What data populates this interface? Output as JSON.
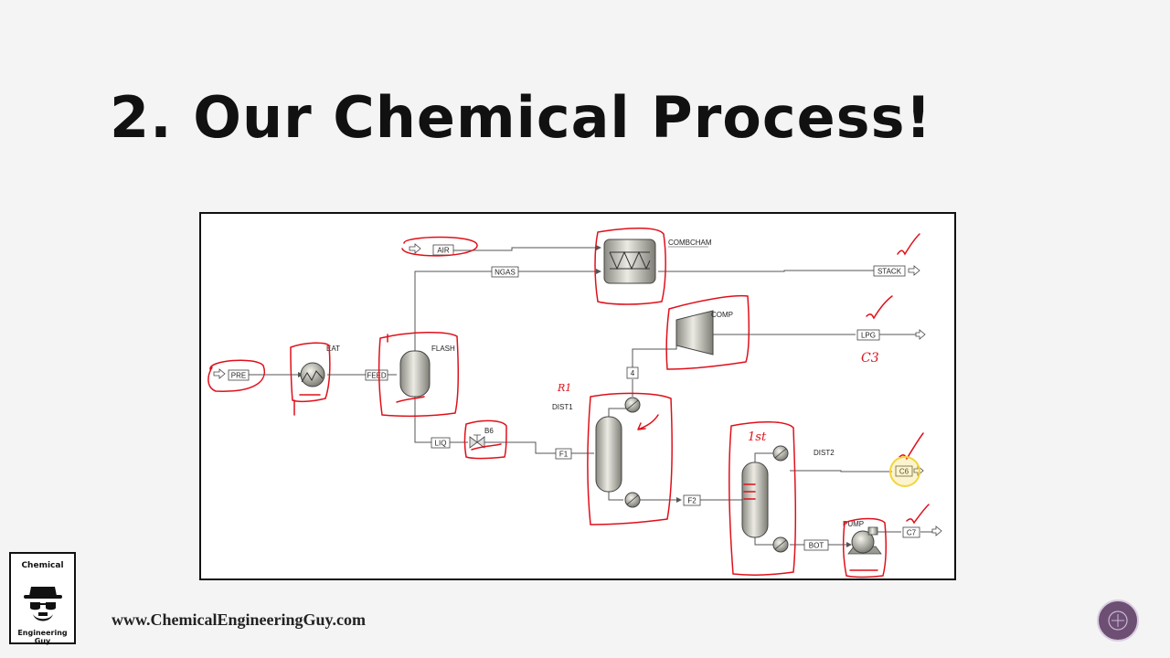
{
  "slide": {
    "title": "2. Our Chemical Process!",
    "website": "www.ChemicalEngineeringGuy.com"
  },
  "logo": {
    "line1": "Chemical",
    "line2": "Engineering Guy"
  },
  "diagram": {
    "streams": {
      "air": "AIR",
      "ngas": "NGAS",
      "stack": "STACK",
      "lpg": "LPG",
      "pre": "PRE",
      "feed": "FEED",
      "liq": "LIQ",
      "s4": "4",
      "f1": "F1",
      "f2": "F2",
      "c6": "C6",
      "bot": "BOT",
      "c7": "C7"
    },
    "blocks": {
      "combcham": "COMBCHAM",
      "comp": "COMP",
      "heat": "EAT",
      "flash": "FLASH",
      "b6": "B6",
      "dist1": "DIST1",
      "dist2": "DIST2",
      "pump": "PUMP"
    },
    "annotations": {
      "c3": "C3",
      "r1": "R1",
      "first": "1st"
    },
    "annotation_color": "#e0101a",
    "highlight_color": "#f2d53c"
  }
}
